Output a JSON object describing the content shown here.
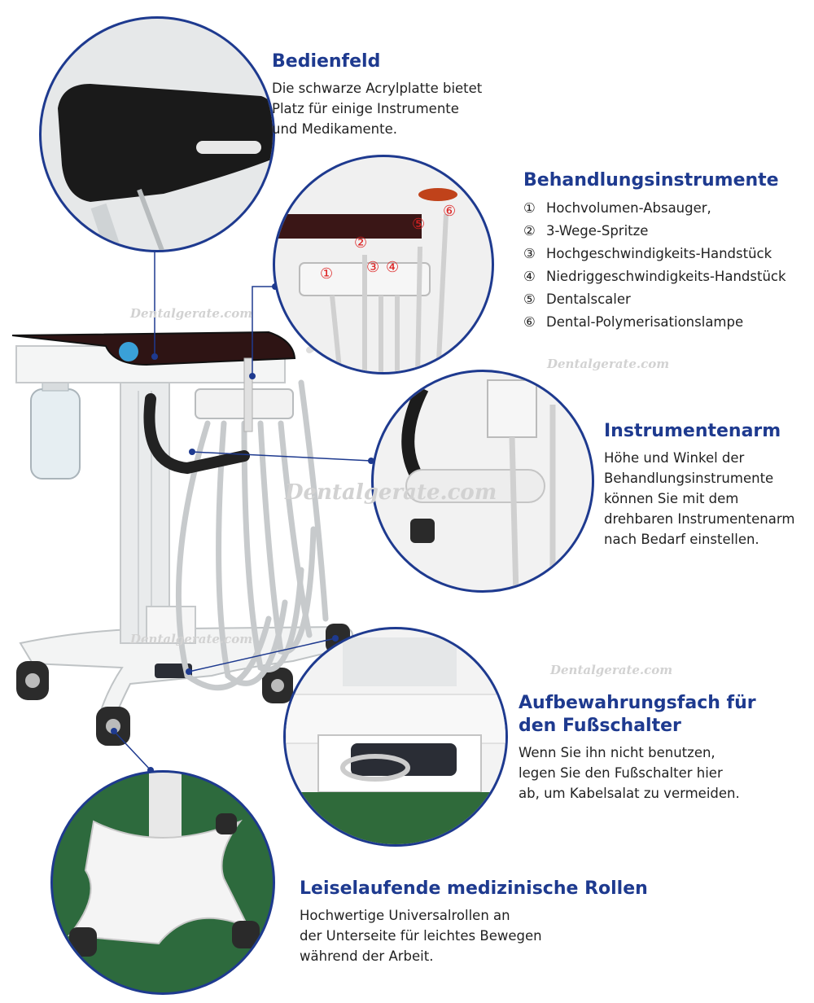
{
  "watermark": "Dentalgerate.com",
  "colors": {
    "accent": "#1e3a8f",
    "text": "#222222"
  },
  "sections": {
    "bedienfeld": {
      "title": "Bedienfeld",
      "lines": [
        "Die schwarze Acrylplatte bietet",
        "Platz für einige Instrumente",
        "und Medikamente."
      ]
    },
    "instrumente": {
      "title": "Behandlungsinstrumente",
      "items": [
        {
          "num": "①",
          "label": "Hochvolumen-Absauger,"
        },
        {
          "num": "②",
          "label": "3-Wege-Spritze"
        },
        {
          "num": "③",
          "label": "Hochgeschwindigkeits-Handstück"
        },
        {
          "num": "④",
          "label": "Niedriggeschwindigkeits-Handstück"
        },
        {
          "num": "⑤",
          "label": "Dentalscaler"
        },
        {
          "num": "⑥",
          "label": "Dental-Polymerisationslampe"
        }
      ]
    },
    "arm": {
      "title": "Instrumentenarm",
      "lines": [
        "Höhe und Winkel der",
        "Behandlungsinstrumente",
        "können Sie mit dem",
        "drehbaren Instrumentenarm",
        "nach Bedarf einstellen."
      ]
    },
    "fach": {
      "title_lines": [
        "Aufbewahrungsfach für",
        "den Fußschalter"
      ],
      "lines": [
        "Wenn Sie ihn nicht benutzen,",
        "legen Sie den Fußschalter hier",
        "ab, um Kabelsalat zu vermeiden."
      ]
    },
    "rollen": {
      "title": "Leiselaufende medizinische Rollen",
      "lines": [
        "Hochwertige Universalrollen an",
        "der Unterseite für leichtes Bewegen",
        "während der Arbeit."
      ]
    }
  },
  "callout_labels": [
    "①",
    "②",
    "③",
    "④",
    "⑤",
    "⑥"
  ]
}
